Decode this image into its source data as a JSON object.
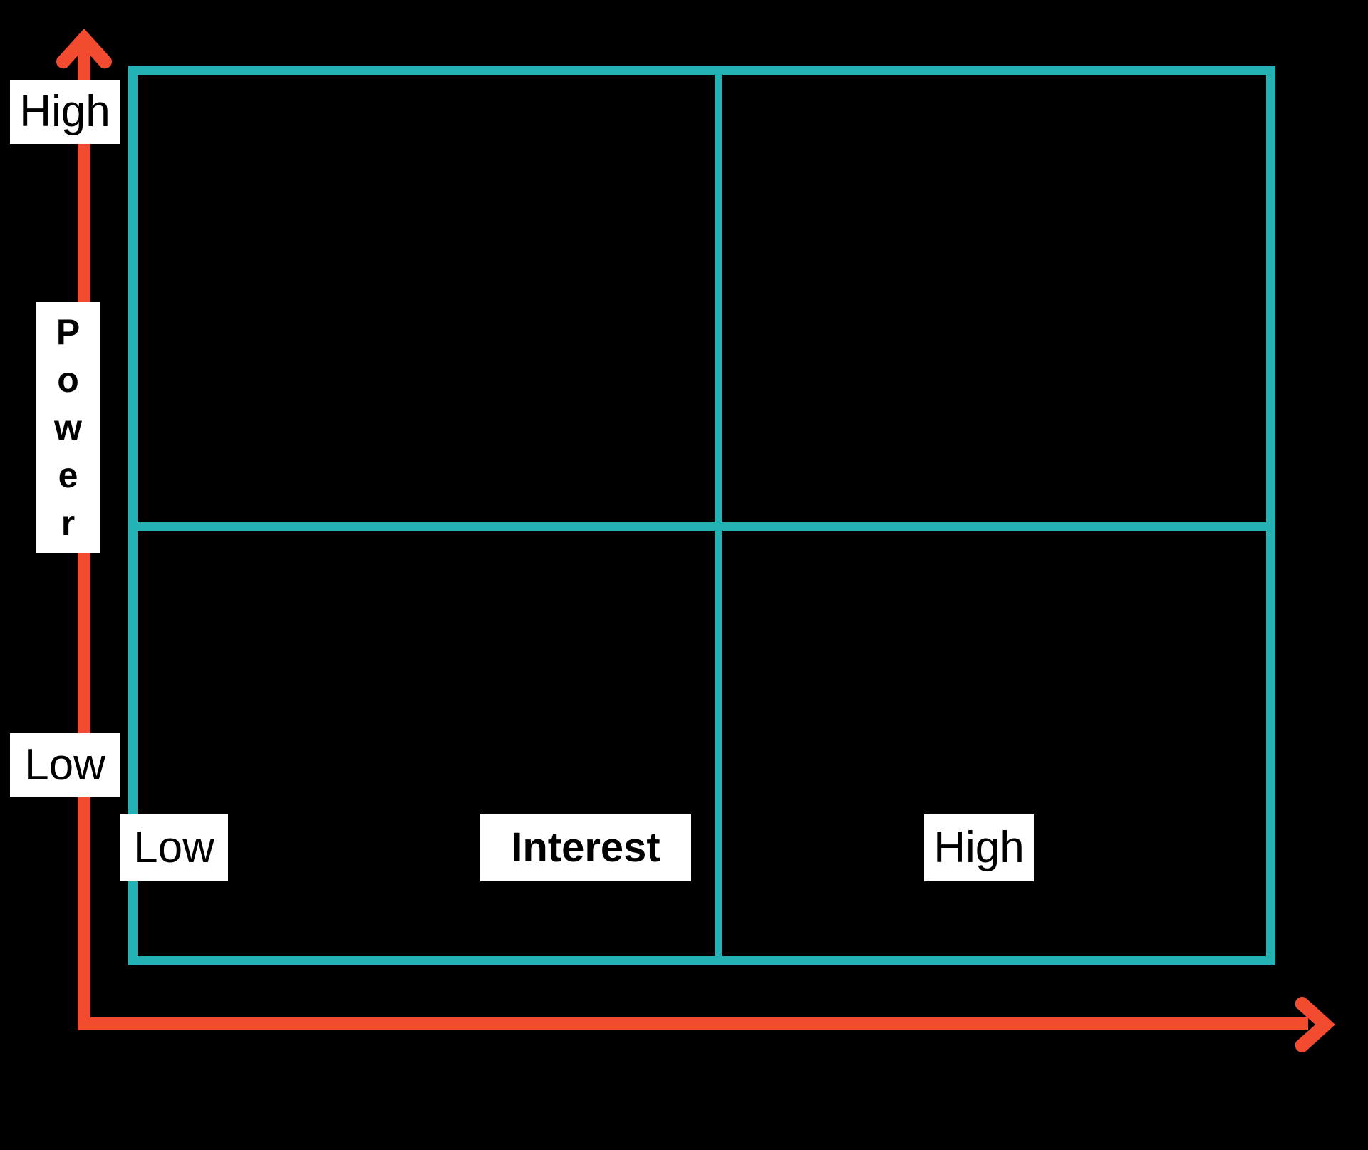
{
  "diagram": {
    "type": "power-interest-grid",
    "background_color": "#000000",
    "grid_color": "#23b1b3",
    "axis_color": "#f24b30",
    "label_background": "#ffffff",
    "label_text_color": "#000000"
  },
  "y_axis": {
    "title": "Power",
    "title_letters": [
      "P",
      "o",
      "w",
      "e",
      "r"
    ],
    "high_label": "High",
    "low_label": "Low",
    "arrow_icon": "arrow-up-icon"
  },
  "x_axis": {
    "title": "Interest",
    "low_label": "Low",
    "high_label": "High",
    "arrow_icon": "arrow-right-icon"
  },
  "quadrants": [
    {
      "id": "top-left",
      "power": "High",
      "interest": "Low",
      "label": ""
    },
    {
      "id": "top-right",
      "power": "High",
      "interest": "High",
      "label": ""
    },
    {
      "id": "bottom-left",
      "power": "Low",
      "interest": "Low",
      "label": ""
    },
    {
      "id": "bottom-right",
      "power": "Low",
      "interest": "High",
      "label": ""
    }
  ],
  "chart_data": {
    "type": "scatter",
    "title": "",
    "xlabel": "Interest",
    "ylabel": "Power",
    "x_tick_labels": [
      "Low",
      "High"
    ],
    "y_tick_labels": [
      "Low",
      "High"
    ],
    "xlim": [
      0,
      1
    ],
    "ylim": [
      0,
      1
    ],
    "grid": true,
    "legend": "none",
    "series": [],
    "annotations": []
  }
}
